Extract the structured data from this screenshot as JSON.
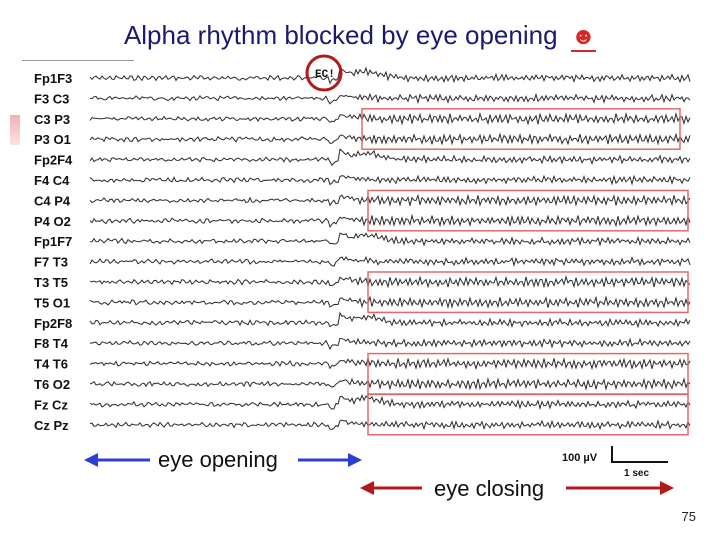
{
  "slide": {
    "title": "Alpha rhythm blocked by eye opening",
    "smiley": "☻",
    "page_number": "75"
  },
  "event_marker": "EC!",
  "channels": [
    "Fp1F3",
    "F3 C3",
    "C3 P3",
    "P3 O1",
    "Fp2F4",
    "F4 C4",
    "C4 P4",
    "P4 O2",
    "Fp1F7",
    "F7 T3",
    "T3 T5",
    "T5 O1",
    "Fp2F8",
    "F8 T4",
    "T4 T6",
    "T6 O2",
    "Fz Cz",
    "Cz Pz"
  ],
  "annotations": {
    "eye_opening": "eye opening",
    "eye_closing": "eye closing",
    "arrow_colors": {
      "eye_opening": "#2b3fd6",
      "eye_closing": "#b11a1a"
    },
    "highlight_box_color": "#e06a6a",
    "event_circle_color": "#b11a1a"
  },
  "scale_bar": {
    "amplitude": "100 µV",
    "time": "1 sec"
  }
}
